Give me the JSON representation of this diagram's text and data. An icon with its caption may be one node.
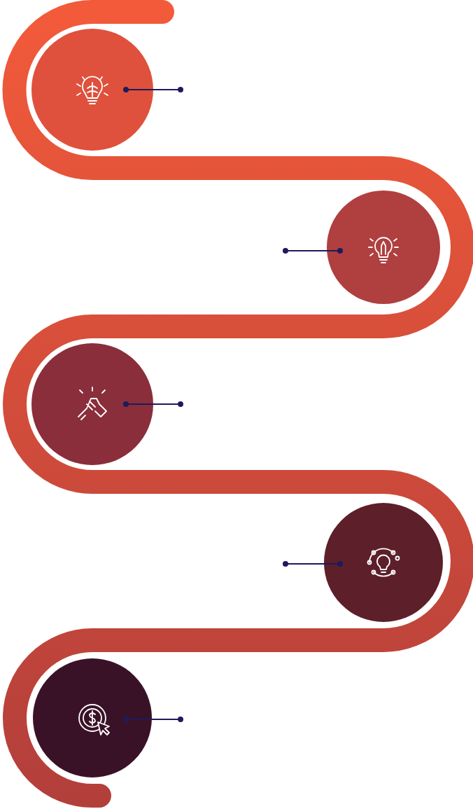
{
  "diagram": {
    "nodes": [
      {
        "text": [],
        "shape": "circle"
      },
      {
        "text": [],
        "shape": "circle"
      },
      {
        "text": [],
        "shape": "circle"
      },
      {
        "text": [],
        "shape": "circle"
      },
      {
        "text": [],
        "shape": "circle"
      }
    ],
    "edges": [
      {
        "from": 0,
        "to": null,
        "arrow": "other",
        "color": "#1f1a5c"
      },
      {
        "from": 1,
        "to": null,
        "arrow": "other",
        "color": "#1f1a5c"
      },
      {
        "from": 2,
        "to": null,
        "arrow": "other",
        "color": "#1f1a5c"
      },
      {
        "from": 3,
        "to": null,
        "arrow": "other",
        "color": "#1f1a5c"
      },
      {
        "from": 4,
        "to": null,
        "arrow": "other",
        "color": "#1f1a5c"
      }
    ]
  }
}
